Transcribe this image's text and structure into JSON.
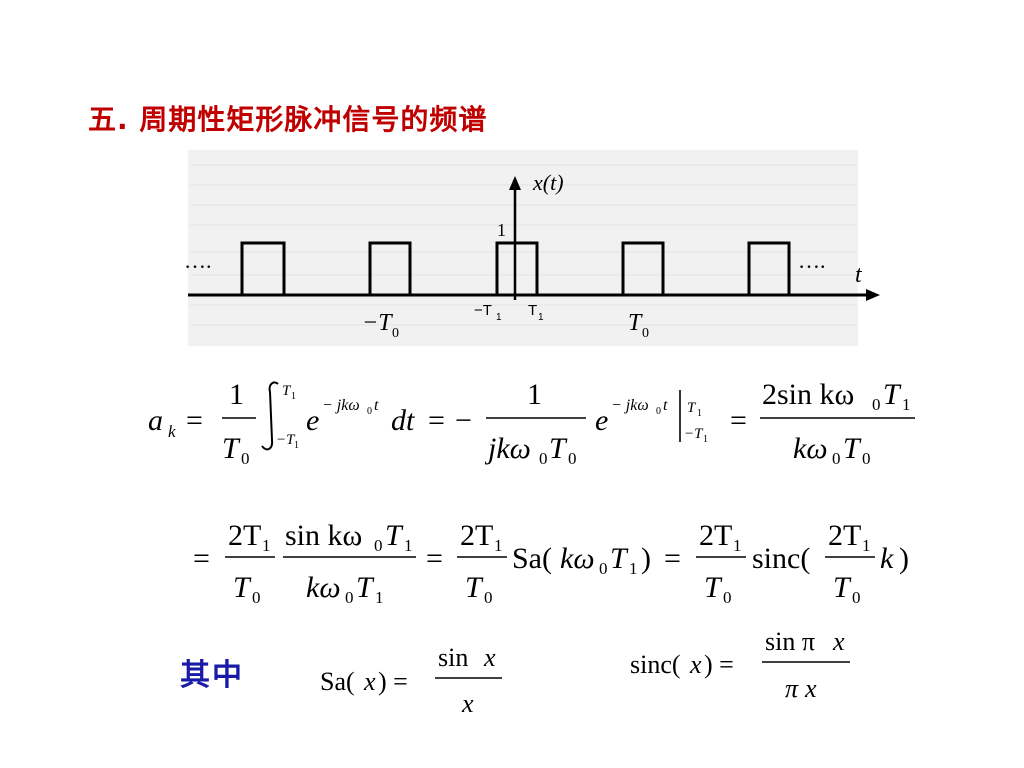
{
  "slide": {
    "title": "五. 周期性矩形脉冲信号的频谱",
    "where_label": "其中"
  },
  "waveform": {
    "y_axis_label": "x(t)",
    "x_axis_label": "t",
    "amplitude_label": "1",
    "left_ellipsis": "….",
    "right_ellipsis": "….",
    "neg_T1_label": "−T",
    "T1_label": "T",
    "neg_T0_label": "−T",
    "T0_label": "T",
    "subscript_0": "0",
    "subscript_1": "1"
  },
  "equations": {
    "line1": {
      "lhs": "a",
      "lhs_sub": "k",
      "eq": "=",
      "one": "1",
      "T": "T",
      "sub0": "0",
      "sub1": "1",
      "neg_T": "−T",
      "e": "e",
      "exp": "− jkω",
      "exp_t": "t",
      "dt": "dt",
      "minus": "−",
      "jkw": "jkω",
      "two_sin_kw": "2sin kω",
      "kw": "kω"
    },
    "line2": {
      "two_T": "2T",
      "T": "T",
      "sin_kw": "sin kω",
      "kw": "kω",
      "sa_open": "Sa(",
      "kw_inner": "kω",
      "close": ")",
      "sinc_open": "sinc(",
      "k_close_k": "k",
      "k_close_paren": ")",
      "eq": "=",
      "sub0": "0",
      "sub1": "1"
    },
    "defs": {
      "sa_lhs": "Sa(",
      "x": "x",
      "rparen_eq": ") =",
      "sin_x": "sin ",
      "sinc_lhs": "sinc(",
      "sin_pi_x": "sin π",
      "pi_x": "π"
    }
  }
}
